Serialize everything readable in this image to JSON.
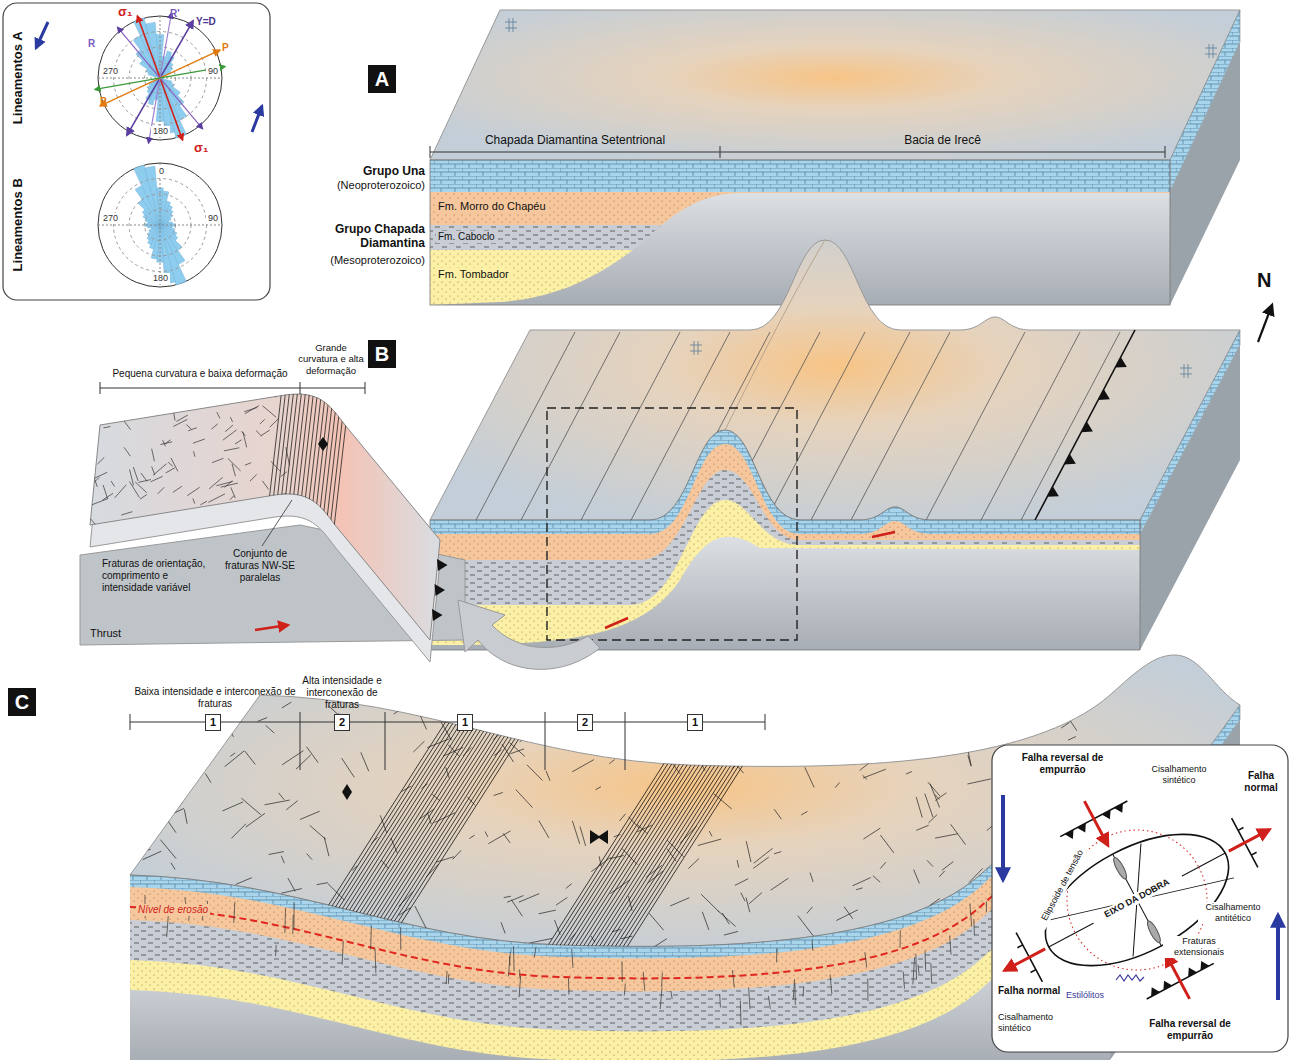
{
  "diagram": {
    "nodes": [
      {
        "text": [
          "A"
        ]
      },
      {
        "text": [
          "B"
        ]
      },
      {
        "text": [
          "C"
        ]
      },
      {
        "text": [
          "1"
        ]
      },
      {
        "text": [
          "2"
        ]
      },
      {
        "text": [
          "1"
        ]
      },
      {
        "text": [
          "2"
        ]
      },
      {
        "text": [
          "1"
        ]
      }
    ],
    "labels": [
      "Lineamentos A",
      "Lineamentos B",
      "σ₁",
      "σ₁",
      "R'",
      "R",
      "P",
      "Y=D",
      "P",
      "270",
      "90",
      "180",
      "0",
      "270",
      "90",
      "180",
      "Chapada Diamantina Setentrional",
      "Bacia de Irecê",
      "Grupo Una",
      "(Neoproterozoico)",
      "Fm. Morro do Chapéu",
      "Grupo Chapada Diamantina",
      "Fm. Caboclo",
      "(Mesoproterozoico)",
      "Fm. Tombador",
      "N",
      "Pequena curvatura e baixa deformação",
      "Grande curvatura e alta deformação",
      "Fraturas de orientação, comprimento e intensidade variável",
      "Conjunto de fraturas NW-SE paralelas",
      "Thrust",
      "Baixa intensidade e interconexão de fraturas",
      "Alta intensidade e interconexão de fraturas",
      "Nível de erosão",
      "Falha reversal de empurrão",
      "Cisalhamento sintético",
      "Falha normal",
      "Elipsoide de tensão",
      "EIXO DA DOBRA",
      "Cisalhamento antitético",
      "Fraturas extensionais",
      "Falha normal",
      "Cisalhamento sintético",
      "Estilólitos",
      "Falha reversal de empurrão"
    ]
  }
}
